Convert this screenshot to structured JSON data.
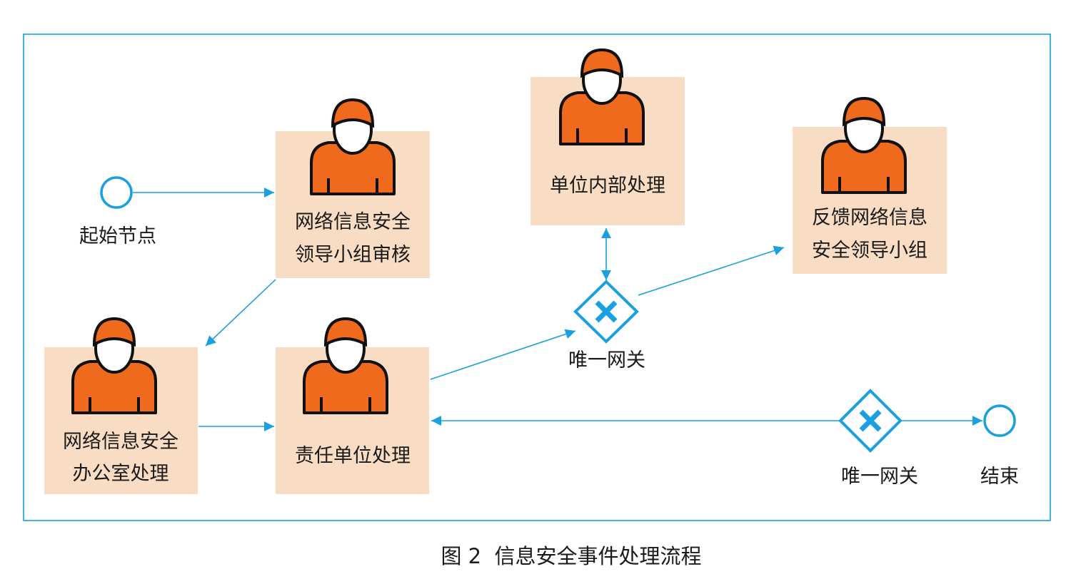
{
  "colors": {
    "frame": "#1aa0e0",
    "node_fill": "#f8dcc3",
    "person_orange": "#ef6a1c",
    "flow": "#1aa0e0"
  },
  "icons": {
    "person": "person-icon",
    "gateway": "exclusive-gateway-icon",
    "start": "start-event-icon",
    "end": "end-event-icon"
  },
  "events": {
    "start_label": "起始节点",
    "end_label": "结束"
  },
  "nodes": {
    "review": {
      "line1": "网络信息安全",
      "line2": "领导小组审核"
    },
    "office": {
      "line1": "网络信息安全",
      "line2": "办公室处理"
    },
    "responsible": {
      "line1": "责任单位处理"
    },
    "internal": {
      "line1": "单位内部处理"
    },
    "feedback": {
      "line1": "反馈网络信息",
      "line2": "安全领导小组"
    }
  },
  "gateways": {
    "upper_label": "唯一网关",
    "lower_label": "唯一网关"
  },
  "caption": "图 2  信息安全事件处理流程"
}
